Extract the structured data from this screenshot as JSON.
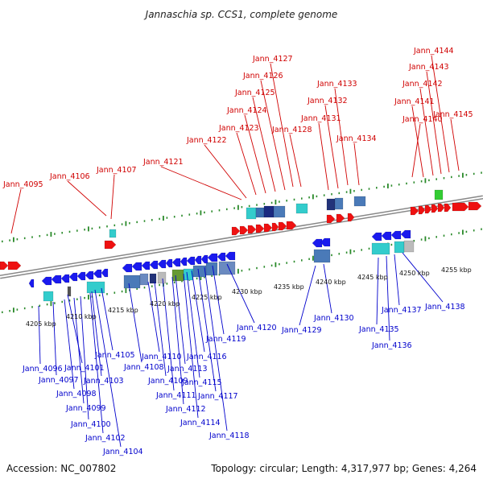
{
  "header": {
    "title": "Jannaschia sp. CCS1, complete genome"
  },
  "footer": {
    "accession": "Accession: NC_007802",
    "stats": "Topology: circular; Length: 4,317,977 bp; Genes: 4,264"
  },
  "colors": {
    "forward_gene": "#ee1111",
    "reverse_gene": "#1a1aee",
    "backbone": "#888888",
    "tick": "#2a8a2a",
    "forward_label": "#d00000",
    "reverse_label": "#0000cc"
  },
  "scale_labels": [
    "4205 kbp",
    "4210 kbp",
    "4215 kbp",
    "4220 kbp",
    "4225 kbp",
    "4230 kbp",
    "4235 kbp",
    "4240 kbp",
    "4245 kbp",
    "4250 kbp",
    "4255 kbp"
  ],
  "forward_genes": [
    "Jann_4095",
    "Jann_4106",
    "Jann_4107",
    "Jann_4121",
    "Jann_4122",
    "Jann_4123",
    "Jann_4124",
    "Jann_4125",
    "Jann_4126",
    "Jann_4127",
    "Jann_4128",
    "Jann_4131",
    "Jann_4132",
    "Jann_4133",
    "Jann_4134",
    "Jann_4140",
    "Jann_4141",
    "Jann_4142",
    "Jann_4143",
    "Jann_4144",
    "Jann_4145"
  ],
  "reverse_genes": [
    "Jann_4096",
    "Jann_4097",
    "Jann_4098",
    "Jann_4099",
    "Jann_4100",
    "Jann_4101",
    "Jann_4102",
    "Jann_4103",
    "Jann_4104",
    "Jann_4105",
    "Jann_4108",
    "Jann_4109",
    "Jann_4110",
    "Jann_4111",
    "Jann_4112",
    "Jann_4113",
    "Jann_4114",
    "Jann_4115",
    "Jann_4116",
    "Jann_4117",
    "Jann_4118",
    "Jann_4119",
    "Jann_4120",
    "Jann_4129",
    "Jann_4130",
    "Jann_4135",
    "Jann_4136",
    "Jann_4137",
    "Jann_4138"
  ]
}
